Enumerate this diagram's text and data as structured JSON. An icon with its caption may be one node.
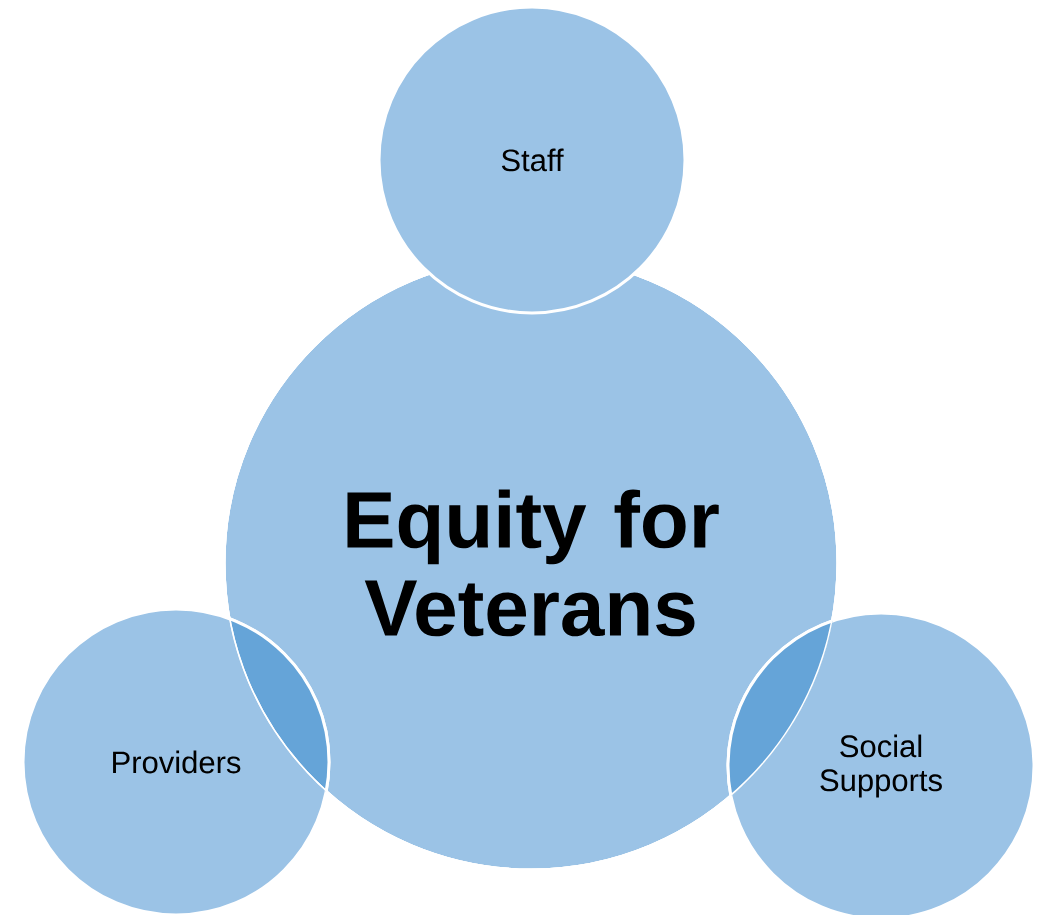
{
  "diagram": {
    "nodes": [
      {
        "text": [
          "Staff"
        ]
      },
      {
        "text": [
          "Equity for Veterans"
        ]
      },
      {
        "text": [
          "Providers"
        ]
      },
      {
        "text": [
          "Social Supports"
        ]
      }
    ]
  }
}
